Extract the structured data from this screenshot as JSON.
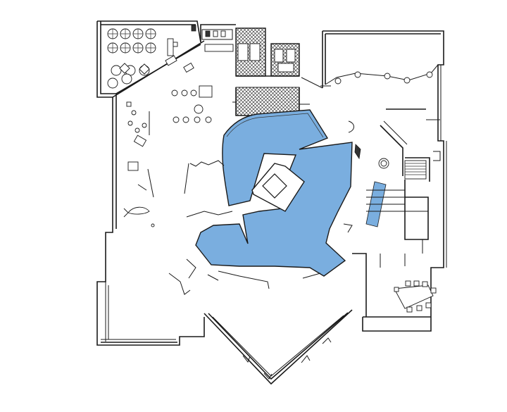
{
  "colors": {
    "water": "#7aaedf",
    "walls": "#1a1a1a",
    "background": "#ffffff",
    "hatch": "#1a1a1a"
  },
  "plan": {
    "type": "architectural-floor-plan",
    "features": [
      "outdoor-umbrella-tables",
      "restrooms",
      "main-pool",
      "island",
      "lap-lanes",
      "conference-table",
      "stairs",
      "fish-sculpture"
    ]
  }
}
